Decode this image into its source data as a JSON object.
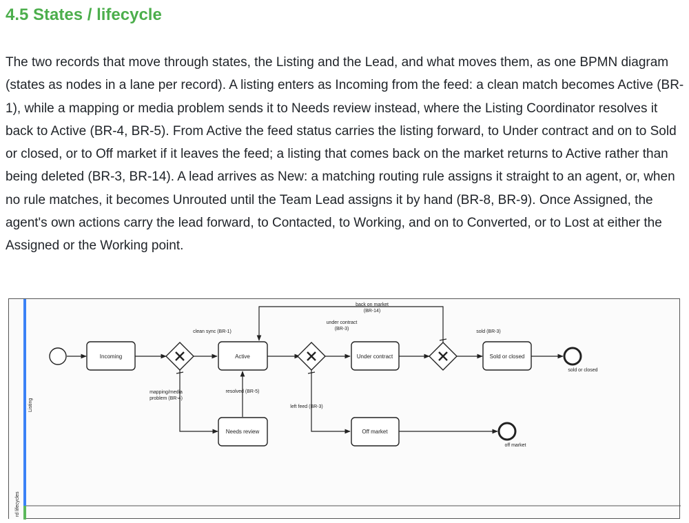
{
  "section": {
    "heading": "4.5 States / lifecycle",
    "paragraph": "The two records that move through states, the Listing and the Lead, and what moves them, as one BPMN diagram (states as nodes in a lane per record). A listing enters as Incoming from the feed: a clean match becomes Active (BR-1), while a mapping or media problem sends it to Needs review instead, where the Listing Coordinator resolves it back to Active (BR-4, BR-5). From Active the feed status carries the listing forward, to Under contract and on to Sold or closed, or to Off market if it leaves the feed; a listing that comes back on the market returns to Active rather than being deleted (BR-3, BR-14). A lead arrives as New: a matching routing rule assigns it straight to an agent, or, when no rule matches, it becomes Unrouted until the Team Lead assigns it by hand (BR-8, BR-9). Once Assigned, the agent's own actions carry the lead forward, to Contacted, to Working, and on to Converted, or to Lost at either the Assigned or the Working point."
  },
  "diagram": {
    "pool_label": "rd lifecycles",
    "lane_label": "Listing",
    "colors": {
      "listing_lane": "#3b82f6",
      "lead_lane": "#5cb85c",
      "line": "#222222"
    },
    "nodes": {
      "incoming": "Incoming",
      "active": "Active",
      "needs_review": "Needs review",
      "under_contract": "Under contract",
      "sold_or_closed": "Sold or closed",
      "off_market": "Off market"
    },
    "end_events": {
      "sold": "sold or closed",
      "off": "off market"
    },
    "flows": {
      "clean_sync": "clean sync (BR-1)",
      "mapping_media_1": "mapping/media",
      "mapping_media_2": "problem (BR-4)",
      "resolved": "resolved (BR-5)",
      "back_on_market_1": "back on market",
      "back_on_market_2": "(BR-14)",
      "under_contract_1": "under contract",
      "under_contract_2": "(BR-3)",
      "left_feed": "left feed (BR-3)",
      "sold": "sold (BR-3)"
    }
  }
}
